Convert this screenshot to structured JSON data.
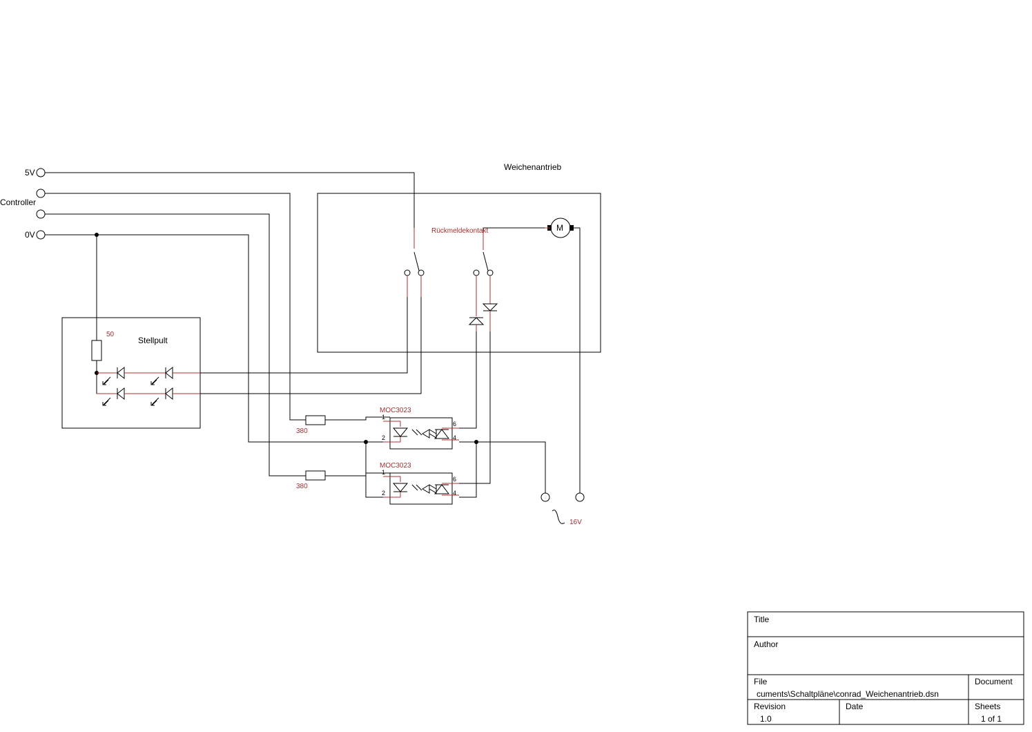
{
  "labels": {
    "v5": "5V",
    "controller": "Controller",
    "v0": "0V",
    "weichenantrieb": "Weichenantrieb",
    "rueckmeldekontakt": "Rückmeldekontakt",
    "motor": "M",
    "stellpult": "Stellpult",
    "r_led": "50",
    "moc_top": "MOC3023",
    "moc_bottom": "MOC3023",
    "r_top": "380",
    "r_bottom": "380",
    "pin1": "1",
    "pin2": "2",
    "pin6": "6",
    "pin4": "4",
    "pin1b": "1",
    "pin2b": "2",
    "pin6b": "6",
    "pin4b": "4",
    "ac": "16V"
  },
  "title_block": {
    "title_label": "Title",
    "title_value": "",
    "author_label": "Author",
    "author_value": "",
    "file_label": "File",
    "file_value": "cuments\\Schaltpläne\\conrad_Weichenantrieb.dsn",
    "document_label": "Document",
    "revision_label": "Revision",
    "revision_value": "1.0",
    "date_label": "Date",
    "date_value": "",
    "sheets_label": "Sheets",
    "sheets_value": "1 of 1"
  }
}
